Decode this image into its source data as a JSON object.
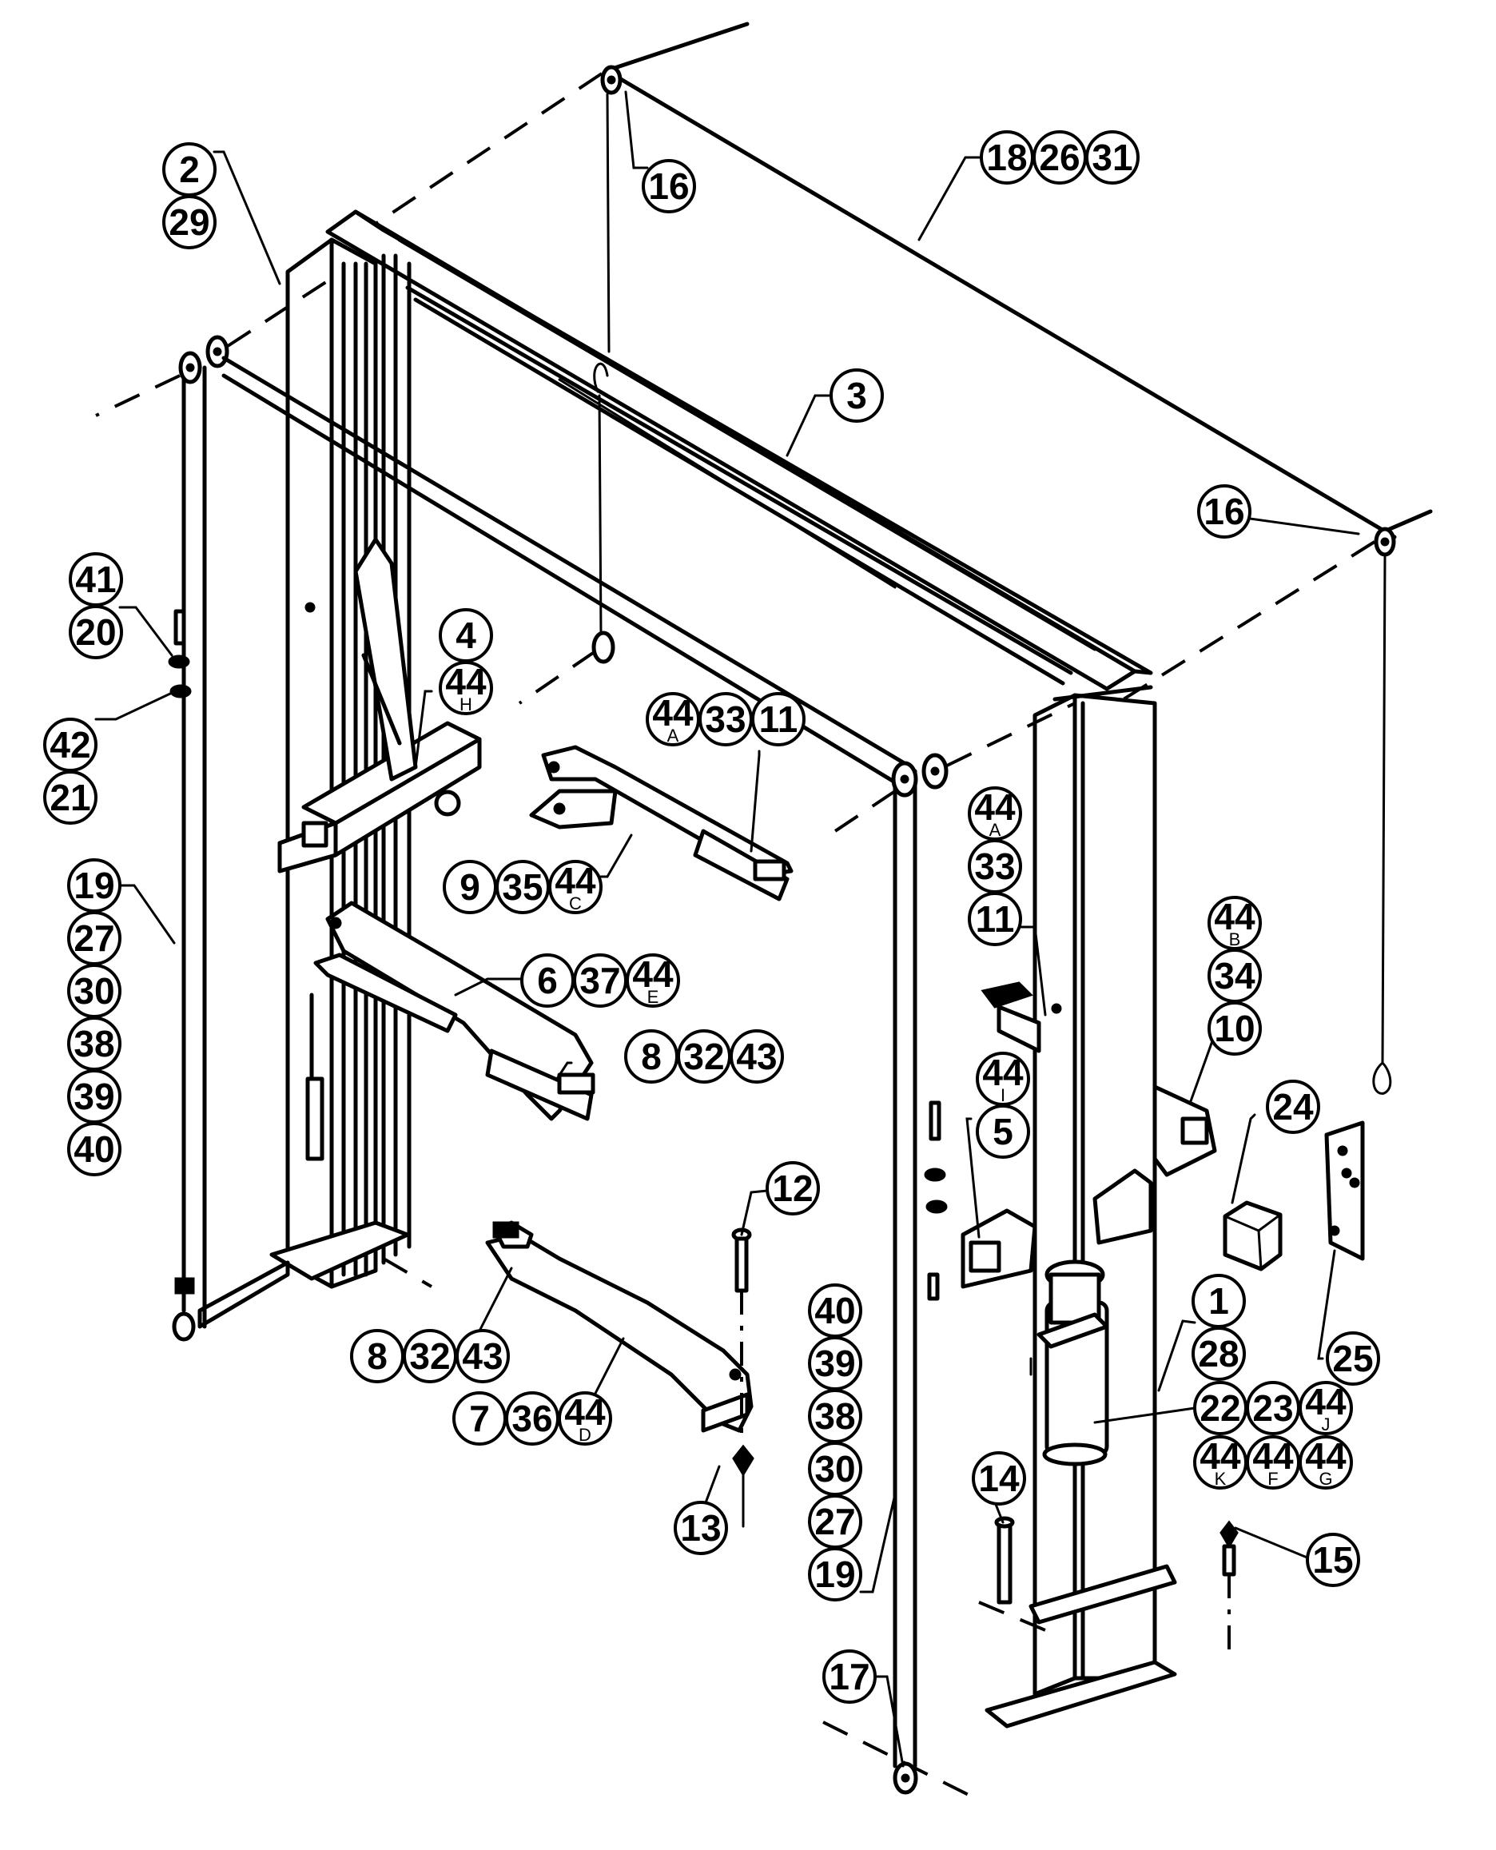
{
  "diagram": {
    "title": "",
    "subject": "Two-post vehicle lift exploded parts view",
    "callout_groups": [
      {
        "id": "g-2-29",
        "labels": [
          {
            "num": "2"
          },
          {
            "num": "29"
          }
        ],
        "part": "left-column"
      },
      {
        "id": "g-16-top",
        "labels": [
          {
            "num": "16"
          }
        ],
        "part": "top-pulley-left"
      },
      {
        "id": "g-18-26-31",
        "labels": [
          {
            "num": "18"
          },
          {
            "num": "26"
          },
          {
            "num": "31"
          }
        ],
        "part": "overhead-cable"
      },
      {
        "id": "g-3",
        "labels": [
          {
            "num": "3"
          }
        ],
        "part": "overhead-beam"
      },
      {
        "id": "g-16-right",
        "labels": [
          {
            "num": "16"
          }
        ],
        "part": "top-pulley-right"
      },
      {
        "id": "g-41-20",
        "labels": [
          {
            "num": "41"
          },
          {
            "num": "20"
          }
        ],
        "part": "left-cable-upper-fitting"
      },
      {
        "id": "g-42-21",
        "labels": [
          {
            "num": "42"
          },
          {
            "num": "21"
          }
        ],
        "part": "left-cable-nut"
      },
      {
        "id": "g-19-left",
        "labels": [
          {
            "num": "19"
          },
          {
            "num": "27"
          },
          {
            "num": "30"
          },
          {
            "num": "38"
          },
          {
            "num": "39"
          },
          {
            "num": "40"
          }
        ],
        "part": "left-equalizer-cable"
      },
      {
        "id": "g-4-44H",
        "labels": [
          {
            "num": "4"
          },
          {
            "num": "44",
            "sub": "H"
          }
        ],
        "part": "left-carriage"
      },
      {
        "id": "g-44A-33-11-top",
        "labels": [
          {
            "num": "44",
            "sub": "A"
          },
          {
            "num": "33"
          },
          {
            "num": "11"
          }
        ],
        "part": "rear-arm-extension"
      },
      {
        "id": "g-9-35-44C",
        "labels": [
          {
            "num": "9"
          },
          {
            "num": "35"
          },
          {
            "num": "44",
            "sub": "C"
          }
        ],
        "part": "rear-arm-left"
      },
      {
        "id": "g-6-37-44E",
        "labels": [
          {
            "num": "6"
          },
          {
            "num": "37"
          },
          {
            "num": "44",
            "sub": "E"
          }
        ],
        "part": "front-arm-left"
      },
      {
        "id": "g-8-32-43-upper",
        "labels": [
          {
            "num": "8"
          },
          {
            "num": "32"
          },
          {
            "num": "43"
          }
        ],
        "part": "front-arm-extension-left"
      },
      {
        "id": "g-44A-33-11-right",
        "labels": [
          {
            "num": "44",
            "sub": "A"
          },
          {
            "num": "33"
          },
          {
            "num": "11"
          }
        ],
        "part": "right-rear-arm-extension"
      },
      {
        "id": "g-44B-34-10",
        "labels": [
          {
            "num": "44",
            "sub": "B"
          },
          {
            "num": "34"
          },
          {
            "num": "10"
          }
        ],
        "part": "right-carriage"
      },
      {
        "id": "g-44I-5",
        "labels": [
          {
            "num": "44",
            "sub": "I"
          },
          {
            "num": "5"
          }
        ],
        "part": "right-carriage-lower"
      },
      {
        "id": "g-24",
        "labels": [
          {
            "num": "24"
          }
        ],
        "part": "switch-box"
      },
      {
        "id": "g-25",
        "labels": [
          {
            "num": "25"
          }
        ],
        "part": "cover-plate"
      },
      {
        "id": "g-12",
        "labels": [
          {
            "num": "12"
          }
        ],
        "part": "arm-pin"
      },
      {
        "id": "g-8-32-43-lower",
        "labels": [
          {
            "num": "8"
          },
          {
            "num": "32"
          },
          {
            "num": "43"
          }
        ],
        "part": "front-arm-extension-right"
      },
      {
        "id": "g-7-36-44D",
        "labels": [
          {
            "num": "7"
          },
          {
            "num": "36"
          },
          {
            "num": "44",
            "sub": "D"
          }
        ],
        "part": "front-arm-right"
      },
      {
        "id": "g-13",
        "labels": [
          {
            "num": "13"
          }
        ],
        "part": "arm-restraint"
      },
      {
        "id": "g-40-right",
        "labels": [
          {
            "num": "40"
          },
          {
            "num": "39"
          },
          {
            "num": "38"
          },
          {
            "num": "30"
          },
          {
            "num": "27"
          },
          {
            "num": "19"
          }
        ],
        "part": "right-equalizer-cable"
      },
      {
        "id": "g-1-28",
        "labels": [
          {
            "num": "1"
          },
          {
            "num": "28"
          }
        ],
        "part": "right-column"
      },
      {
        "id": "g-22-23-44J",
        "labels": [
          {
            "num": "22"
          },
          {
            "num": "23"
          },
          {
            "num": "44",
            "sub": "J"
          }
        ],
        "part": "hydraulic-cylinder"
      },
      {
        "id": "g-44K-44F-44G",
        "labels": [
          {
            "num": "44",
            "sub": "K"
          },
          {
            "num": "44",
            "sub": "F"
          },
          {
            "num": "44",
            "sub": "G"
          }
        ],
        "part": "cylinder-hardware"
      },
      {
        "id": "g-14",
        "labels": [
          {
            "num": "14"
          }
        ],
        "part": "anchor-bolt"
      },
      {
        "id": "g-15",
        "labels": [
          {
            "num": "15"
          }
        ],
        "part": "hydraulic-fitting"
      },
      {
        "id": "g-17",
        "labels": [
          {
            "num": "17"
          }
        ],
        "part": "bottom-pulley"
      }
    ]
  }
}
